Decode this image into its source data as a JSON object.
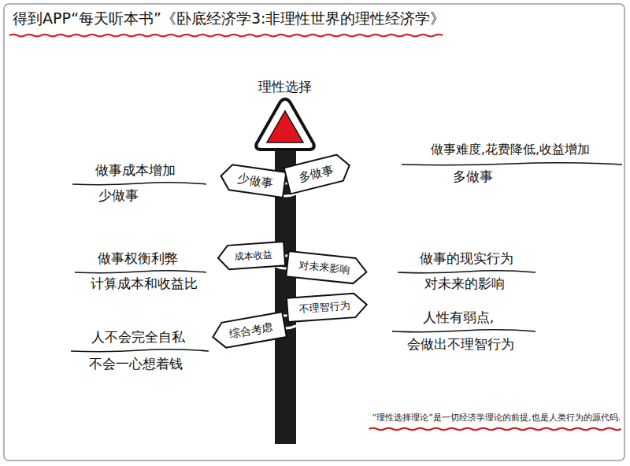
{
  "diagram": {
    "title": "得到APP“每天听本书”《卧底经济学3:非理性世界的理性经济学》",
    "caption": "“理性选择理论”是一切经济学理论的前提,也是人类行为的源代码.",
    "nodes": [
      {
        "text": [
          "少做事"
        ]
      },
      {
        "text": [
          "多做事"
        ]
      },
      {
        "text": [
          "成本收益"
        ]
      },
      {
        "text": [
          "对未来影响"
        ]
      },
      {
        "text": [
          "综合考虑"
        ]
      },
      {
        "text": [
          "不理智行为"
        ]
      }
    ],
    "labels": [
      "理性选择",
      "做事成本增加",
      "少做事",
      "做事难度,花费降低,收益增加",
      "多做事",
      "做事权衡利弊",
      "计算成本和收益比",
      "做事的现实行为",
      "对未来的影响",
      "人不会完全自私",
      "不会一心想着钱",
      "人性有弱点,",
      "会做出不理智行为"
    ]
  }
}
